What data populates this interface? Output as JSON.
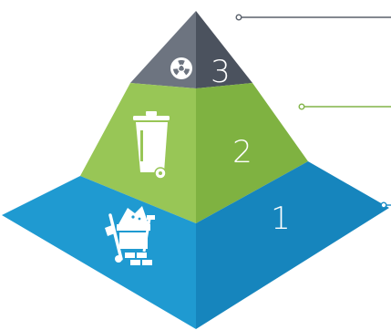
{
  "pyramid": {
    "tiers": [
      {
        "number": "3",
        "icon": "radioactive-icon",
        "left_color": "#6d7480",
        "right_color": "#4b525e"
      },
      {
        "number": "2",
        "icon": "wheelie-bin-icon",
        "left_color": "#98c656",
        "right_color": "#7fb241"
      },
      {
        "number": "1",
        "icon": "construction-waste-icon",
        "left_color": "#1f9ad1",
        "right_color": "#1685bd"
      }
    ],
    "connector_colors": [
      "#5a616c",
      "#82b449",
      "#1a8cc6"
    ]
  }
}
